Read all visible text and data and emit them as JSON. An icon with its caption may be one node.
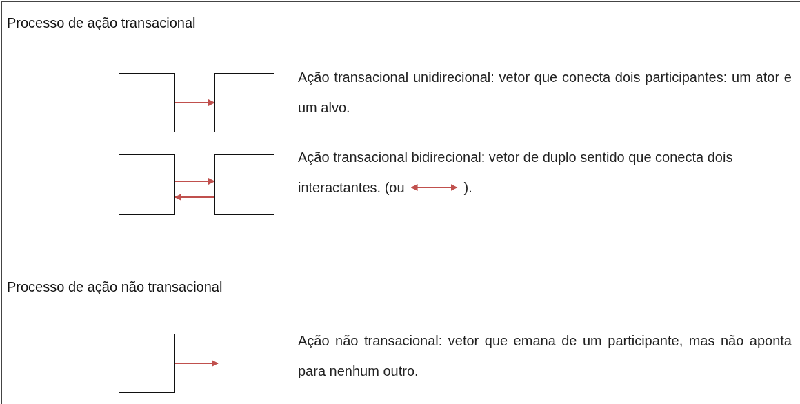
{
  "diagram": {
    "nodes": [
      {
        "text": [],
        "shape": "box"
      },
      {
        "text": [],
        "shape": "box"
      },
      {
        "text": [],
        "shape": "box"
      },
      {
        "text": [],
        "shape": "box"
      },
      {
        "text": [],
        "shape": "box"
      }
    ],
    "edges": [
      {
        "from": 0,
        "to": 1,
        "arrow": "to"
      },
      {
        "from": 2,
        "to": 3,
        "arrow": "to"
      },
      {
        "from": 3,
        "to": 2,
        "arrow": "to"
      },
      {
        "from": 4,
        "to": null,
        "arrow": "to"
      }
    ],
    "labels": [
      "Processo de ação transacional",
      "Ação transacional unidirecional: vetor que conecta dois participantes: um ator e um alvo.",
      "Ação transacional bidirecional: vetor de duplo sentido que conecta dois interactantes. (ou",
      ").",
      "Processo de ação não transacional",
      "Ação não transacional: vetor que emana de um participante, mas não aponta para nenhum outro."
    ]
  }
}
